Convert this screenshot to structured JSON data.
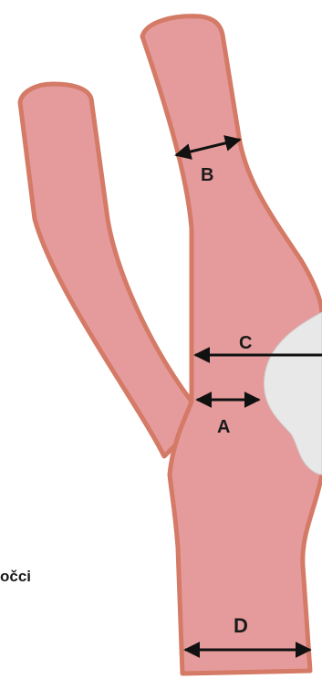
{
  "diagram": {
    "labels": {
      "a": "A",
      "b": "B",
      "c": "C",
      "d": "D"
    },
    "side_text": "očci",
    "colors": {
      "vessel_fill": "#e59b9b",
      "vessel_outline": "#d47a66",
      "plaque": "#e8e8e8",
      "arrow": "#111111"
    }
  }
}
